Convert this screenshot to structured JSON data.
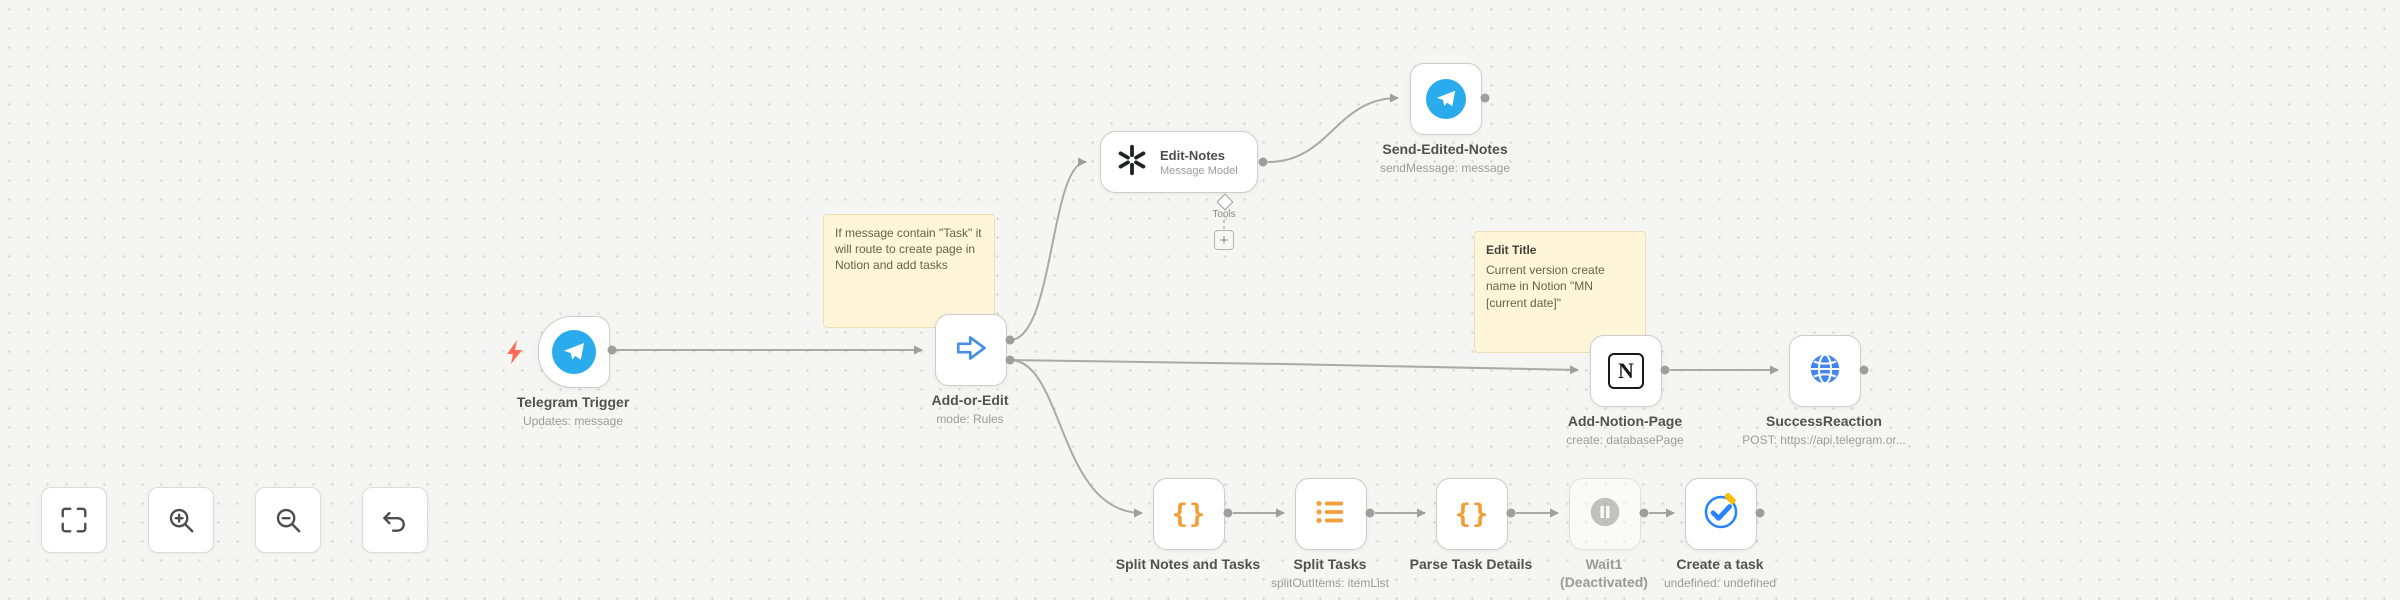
{
  "workflow": {
    "nodes": [
      {
        "id": "telegram-trigger",
        "label": "Telegram Trigger",
        "subtitle": "Updates: message",
        "icon": "telegram-icon"
      },
      {
        "id": "add-or-edit",
        "label": "Add-or-Edit",
        "subtitle": "mode: Rules",
        "icon": "switch-arrow-icon"
      },
      {
        "id": "edit-notes",
        "label": "Edit-Notes",
        "subtitle": "Message Model",
        "icon": "openai-icon",
        "connector_label": "Tools",
        "connector_add": "+"
      },
      {
        "id": "send-edited-notes",
        "label": "Send-Edited-Notes",
        "subtitle": "sendMessage: message",
        "icon": "telegram-icon"
      },
      {
        "id": "add-notion-page",
        "label": "Add-Notion-Page",
        "subtitle": "create: databasePage",
        "icon": "notion-icon"
      },
      {
        "id": "success-reaction",
        "label": "SuccessReaction",
        "subtitle": "POST: https://api.telegram.or...",
        "icon": "globe-icon"
      },
      {
        "id": "split-notes-and-tasks",
        "label": "Split Notes and Tasks",
        "subtitle": "",
        "icon": "code-braces-icon"
      },
      {
        "id": "split-tasks",
        "label": "Split Tasks",
        "subtitle": "splitOutItems: itemList",
        "icon": "split-list-icon"
      },
      {
        "id": "parse-task-details",
        "label": "Parse Task Details",
        "subtitle": "",
        "icon": "code-braces-icon"
      },
      {
        "id": "wait1",
        "label": "Wait1",
        "subtitle": "(Deactivated)",
        "icon": "pause-icon"
      },
      {
        "id": "create-a-task",
        "label": "Create a task",
        "subtitle": "undefined: undefined",
        "icon": "google-tasks-icon"
      }
    ],
    "sticky_notes": [
      {
        "title": "",
        "body": "If message contain \"Task\" it will route to create page in Notion and add tasks"
      },
      {
        "title": "Edit Title",
        "body": "Current version create name in Notion \"MN [current date]\""
      }
    ]
  },
  "icons": {
    "notion_letter": "N",
    "code_glyph": "{}"
  },
  "controls": {
    "items": [
      {
        "name": "fit-view"
      },
      {
        "name": "zoom-in"
      },
      {
        "name": "zoom-out"
      },
      {
        "name": "undo"
      }
    ]
  },
  "colors": {
    "canvas_bg": "#f5f5f3",
    "sticky_bg": "#FFF6D9",
    "telegram_blue": "#2AABEE",
    "switch_blue": "#4a90e2",
    "orange_accent": "#f49d36",
    "wire_grey": "#a9a9a9"
  }
}
